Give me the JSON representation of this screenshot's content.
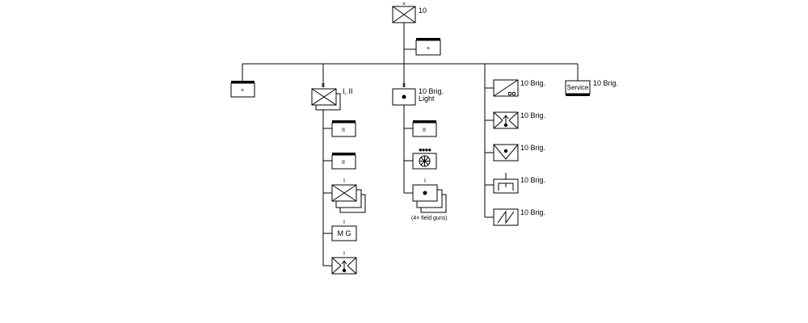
{
  "division": {
    "echelon": "×",
    "label": "10",
    "hq_echelon": "×"
  },
  "units": {
    "left_brigade_echelon": "×",
    "infantry": {
      "echelon": "II",
      "label": "I, II",
      "subunits": [
        {
          "echelon": "II"
        },
        {
          "echelon": "II"
        },
        {
          "echelon": "I"
        },
        {
          "echelon": "I",
          "text": "M G"
        },
        {
          "echelon": "I"
        }
      ]
    },
    "artillery": {
      "echelon": "II",
      "label_line1": "10 Brig.",
      "label_line2": "Light",
      "subunits": [
        {
          "echelon": "II"
        },
        {
          "echelon": "●●●●"
        },
        {
          "echelon": "I",
          "note": "(4× field guns)"
        }
      ]
    },
    "support": [
      {
        "label": "10 Brig."
      },
      {
        "label": "10 Brig."
      },
      {
        "label": "10 Brig."
      },
      {
        "label": "10 Brig."
      },
      {
        "label": "10 Brig."
      }
    ],
    "service": {
      "text": "Service",
      "label": "10 Brig."
    }
  }
}
